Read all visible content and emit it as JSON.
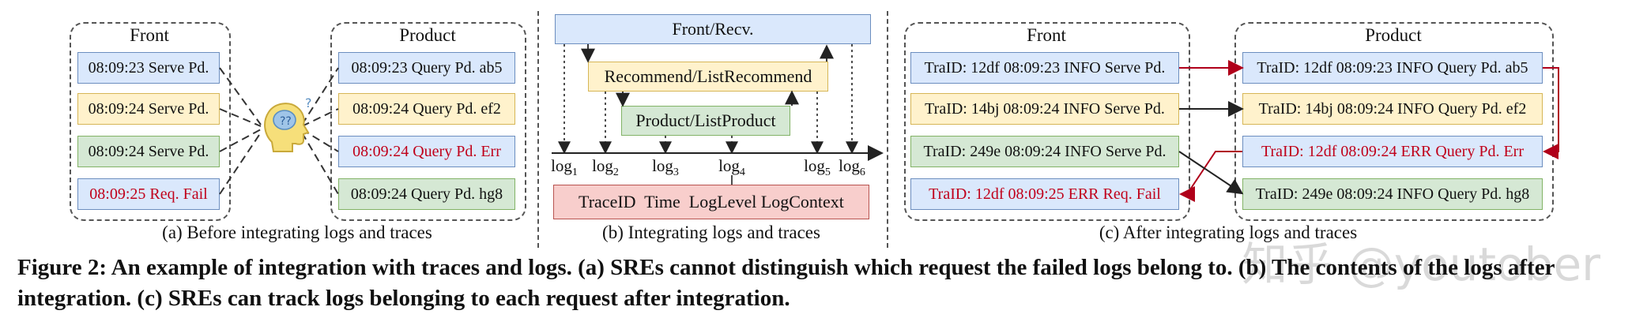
{
  "panel_a": {
    "front_title": "Front",
    "product_title": "Product",
    "front_logs": [
      {
        "text": "08:09:23 Serve Pd.",
        "color": "blue"
      },
      {
        "text": "08:09:24 Serve Pd.",
        "color": "yellow"
      },
      {
        "text": "08:09:24 Serve Pd.",
        "color": "green"
      },
      {
        "text": "08:09:25 Req. Fail",
        "color": "blue",
        "error": true
      }
    ],
    "product_logs": [
      {
        "text": "08:09:23 Query Pd. ab5",
        "color": "blue"
      },
      {
        "text": "08:09:24 Query Pd. ef2",
        "color": "yellow"
      },
      {
        "text": "08:09:24 Query Pd. Err",
        "color": "blue",
        "error": true
      },
      {
        "text": "08:09:24 Query Pd. hg8",
        "color": "green"
      }
    ],
    "caption": "(a) Before integrating logs and traces"
  },
  "panel_b": {
    "spans": [
      "Front/Recv.",
      "Recommend/ListRecommend",
      "Product/ListProduct"
    ],
    "log_ticks": [
      {
        "base": "log",
        "sub": "1"
      },
      {
        "base": "log",
        "sub": "2"
      },
      {
        "base": "log",
        "sub": "3"
      },
      {
        "base": "log",
        "sub": "4"
      },
      {
        "base": "log",
        "sub": "5"
      },
      {
        "base": "log",
        "sub": "6"
      }
    ],
    "log_fields": "TraceID  Time  LogLevel LogContext",
    "caption": "(b) Integrating logs and traces"
  },
  "panel_c": {
    "front_title": "Front",
    "product_title": "Product",
    "front_logs": [
      {
        "text": "TraID: 12df 08:09:23 INFO Serve Pd.",
        "color": "blue"
      },
      {
        "text": "TraID: 14bj 08:09:24 INFO Serve Pd.",
        "color": "yellow"
      },
      {
        "text": "TraID: 249e 08:09:24 INFO Serve Pd.",
        "color": "green"
      },
      {
        "text": "TraID: 12df 08:09:25 ERR Req. Fail",
        "color": "blue",
        "error": true
      }
    ],
    "product_logs": [
      {
        "text": "TraID: 12df 08:09:23 INFO Query Pd. ab5",
        "color": "blue"
      },
      {
        "text": "TraID: 14bj 08:09:24 INFO Query Pd. ef2",
        "color": "yellow"
      },
      {
        "text": "TraID: 12df 08:09:24 ERR Query Pd. Err",
        "color": "blue",
        "error": true
      },
      {
        "text": "TraID: 249e 08:09:24 INFO Query Pd. hg8",
        "color": "green"
      }
    ],
    "caption": "(c) After integrating logs and traces"
  },
  "figure_caption": "Figure 2: An example of integration with traces and logs. (a) SREs cannot distinguish which request the failed logs belong to. (b) The contents of the logs after integration. (c) SREs can track logs belonging to each request after integration.",
  "watermark": "知乎 @youtober",
  "colors": {
    "blue_fill": "#dae8fc",
    "yellow_fill": "#fff2cc",
    "green_fill": "#d5e8d4",
    "red_fill": "#f8cecc",
    "error_text": "#c0001a",
    "error_arrow": "#b0001a"
  }
}
